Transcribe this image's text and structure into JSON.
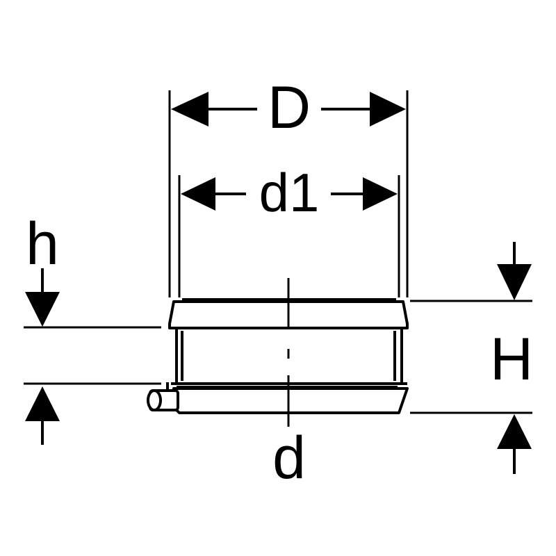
{
  "diagram": {
    "labels": {
      "D": "D",
      "d1": "d1",
      "d": "d",
      "h": "h",
      "H": "H"
    },
    "colors": {
      "line": "#000000",
      "background": "#ffffff"
    }
  }
}
